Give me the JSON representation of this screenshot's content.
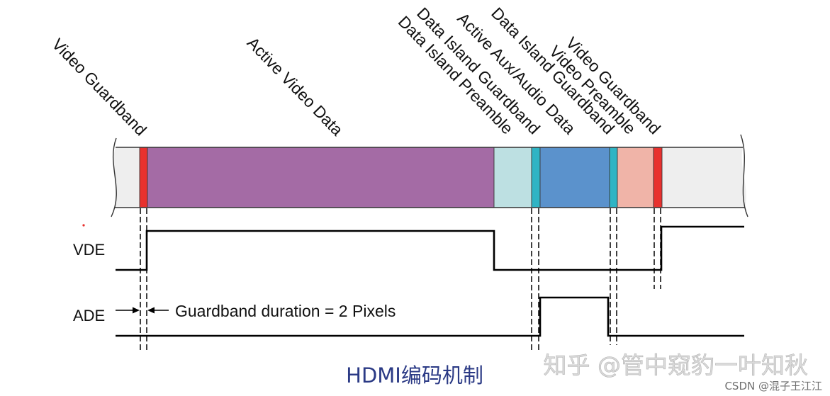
{
  "top_labels": [
    "Video Guardband",
    "Active Video Data",
    "Data Island Preamble",
    "Data Island Guardband",
    "Active Aux/Audio Data",
    "Data Island Guardband",
    "Video Preamble",
    "Video Guardband"
  ],
  "signals": {
    "vde": "VDE",
    "ade": "ADE"
  },
  "annotation": "Guardband duration = 2 Pixels",
  "caption": "HDMI编码机制",
  "watermarks": {
    "zhihu": "知乎 @管中窥豹一叶知秋",
    "csdn": "CSDN @混子王江江"
  },
  "colors": {
    "blank": "#eeeeee",
    "guardband": "#e8312e",
    "active_video": "#a46ba5",
    "data_island_preamble": "#bde0e2",
    "data_island_guardband": "#2fb4c4",
    "aux_audio": "#5b92cc",
    "video_preamble": "#f0b4a8",
    "signal": "#000000",
    "caption": "#2b3a85"
  }
}
